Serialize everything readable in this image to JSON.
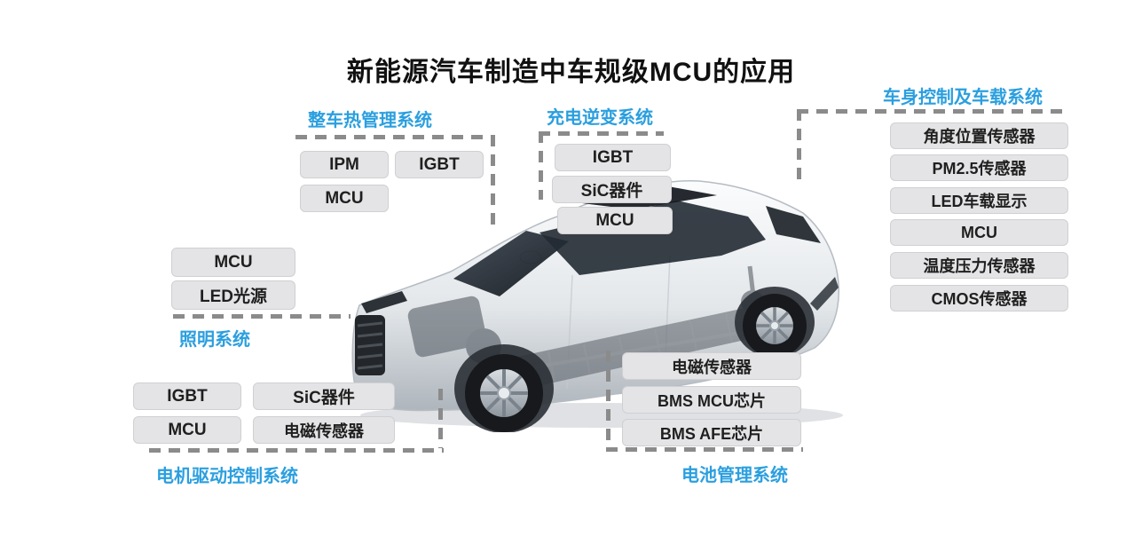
{
  "title": "新能源汽车制造中车规级MCU的应用",
  "colors": {
    "accent_blue": "#2b9fdf",
    "dash_gray": "#8b8b8b",
    "box_bg": "#e4e4e6",
    "box_border": "#d0d0d3",
    "box_text": "#1f1f1f",
    "title_text": "#111111"
  },
  "groups": {
    "thermal": {
      "label": "整车热管理系统",
      "items": [
        "IPM",
        "IGBT",
        "MCU"
      ]
    },
    "charging": {
      "label": "充电逆变系统",
      "items": [
        "IGBT",
        "SiC器件",
        "MCU"
      ]
    },
    "body": {
      "label": "车身控制及车载系统",
      "items": [
        "角度位置传感器",
        "PM2.5传感器",
        "LED车载显示",
        "MCU",
        "温度压力传感器",
        "CMOS传感器"
      ]
    },
    "lighting": {
      "label": "照明系统",
      "items": [
        "MCU",
        "LED光源"
      ]
    },
    "motor": {
      "label": "电机驱动控制系统",
      "items": [
        "IGBT",
        "SiC器件",
        "MCU",
        "电磁传感器"
      ]
    },
    "battery": {
      "label": "电池管理系统",
      "items": [
        "电磁传感器",
        "BMS MCU芯片",
        "BMS AFE芯片"
      ]
    }
  }
}
